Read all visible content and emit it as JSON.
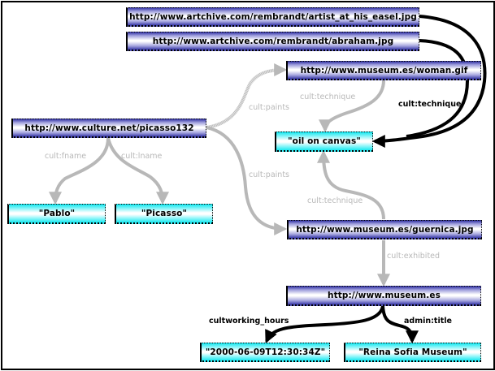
{
  "nodes": {
    "artist_at_his_easel": "http://www.artchive.com/rembrandt/artist_at_his_easel.jpg",
    "abraham": "http://www.artchive.com/rembrandt/abraham.jpg",
    "woman": "http://www.museum.es/woman.gif",
    "picasso132": "http://www.culture.net/picasso132",
    "oil_on_canvas": "\"oil on canvas\"",
    "pablo": "\"Pablo\"",
    "picasso": "\"Picasso\"",
    "guernica": "http://www.museum.es/guernica.jpg",
    "museum": "http://www.museum.es",
    "timestamp": "\"2000-06-09T12:30:34Z\"",
    "reina_sofia": "\"Reina Sofia Museum\""
  },
  "edges": {
    "paints_woman": "cult:paints",
    "paints_guernica": "cult:paints",
    "fname": "cult:fname",
    "lname": "cult:lname",
    "technique_woman": "cult:technique",
    "technique_rembrandt": "cult:technique",
    "technique_guernica": "cult:technique",
    "exhibited": "cult:exhibited",
    "working_hours": "cultworking_hours",
    "admin_title": "admin:title"
  },
  "colors": {
    "uri_node": "#3a3aa8",
    "literal_node": "#19e8f0",
    "inferred_edge": "#b8b8b8",
    "asserted_edge": "#000000"
  }
}
